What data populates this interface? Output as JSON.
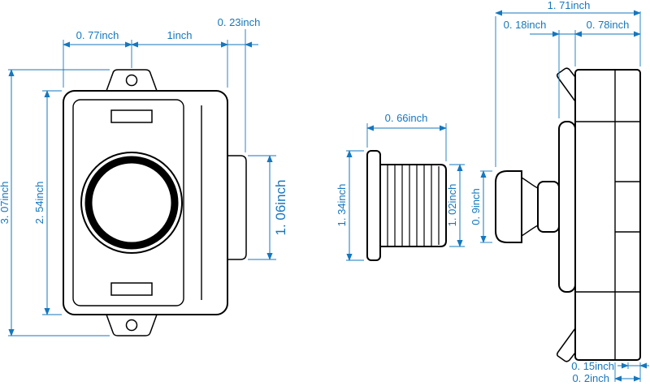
{
  "colors": {
    "drawing_line": "#000000",
    "dimension": "#1577be",
    "background": "#ffffff"
  },
  "unit": "inch",
  "front_view": {
    "dims": {
      "top_left": "0. 77inch",
      "top_center": "1inch",
      "top_right": "0. 23inch",
      "overall_height": "3. 07inch",
      "body_height": "2. 54inch",
      "bolt_height": "1. 06inch"
    }
  },
  "barrel_view": {
    "dims": {
      "width": "0. 66inch",
      "overall_height": "1. 34inch",
      "thread_height": "1. 02inch"
    }
  },
  "side_view": {
    "dims": {
      "overall_depth": "1. 71inch",
      "plate_depth": "0. 18inch",
      "body_depth": "0. 78inch",
      "knob_height": "0. 9inch",
      "bottom_step": "0. 15inch",
      "bottom_offset": "0. 2inch"
    }
  }
}
